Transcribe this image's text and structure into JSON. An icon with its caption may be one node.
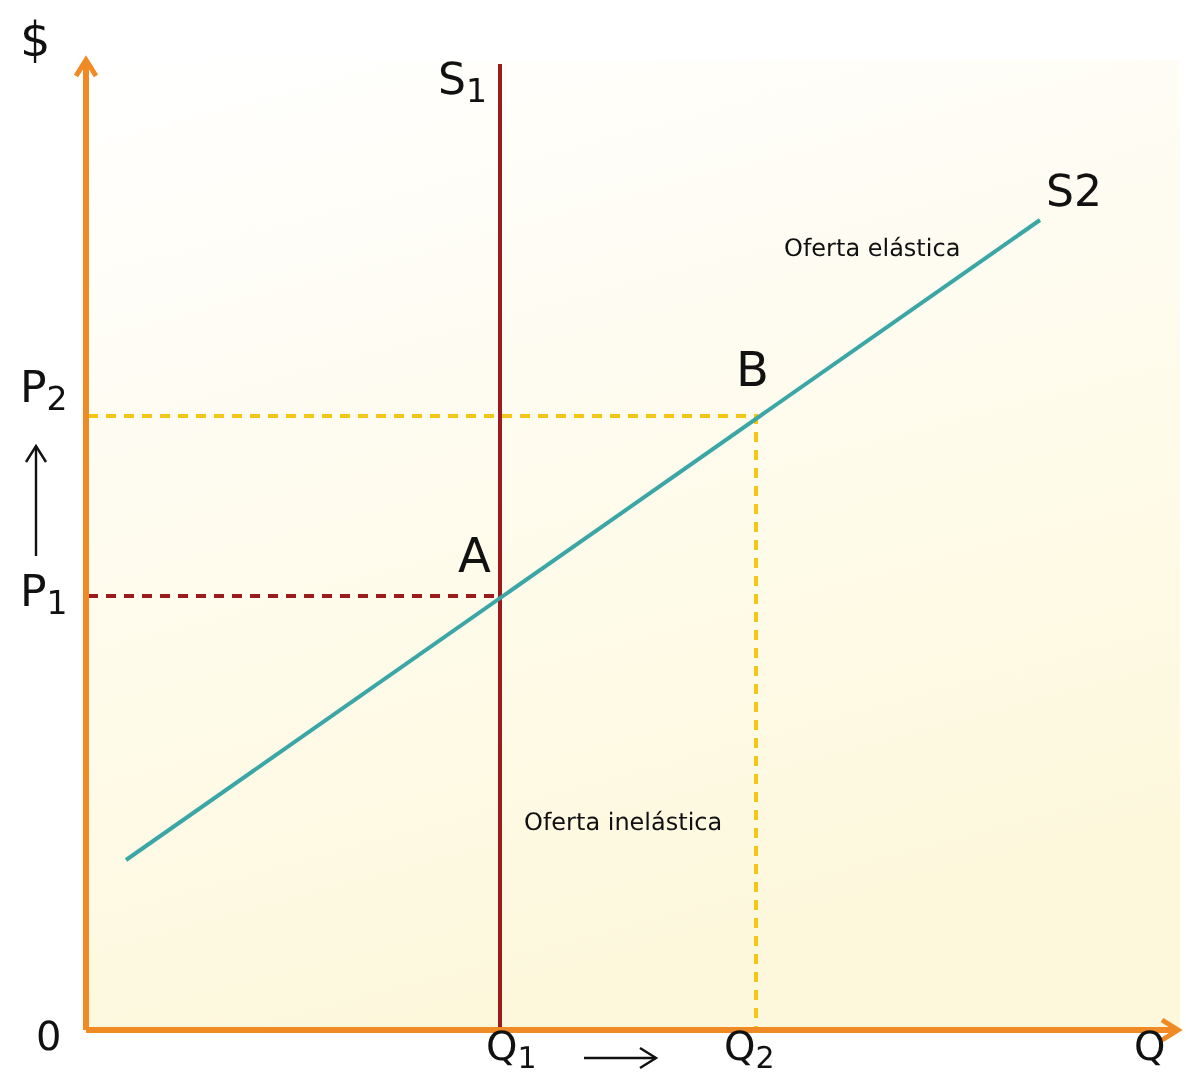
{
  "diagram": {
    "labels": [
      "$",
      "S$_{1}$",
      "S2",
      "Oferta elástica",
      "P$_{2}$",
      "B",
      "A",
      "P$_{1}$",
      "Oferta inelástica",
      "0",
      "Q$_{1}$",
      "Q$_{2}$",
      "Q"
    ]
  }
}
